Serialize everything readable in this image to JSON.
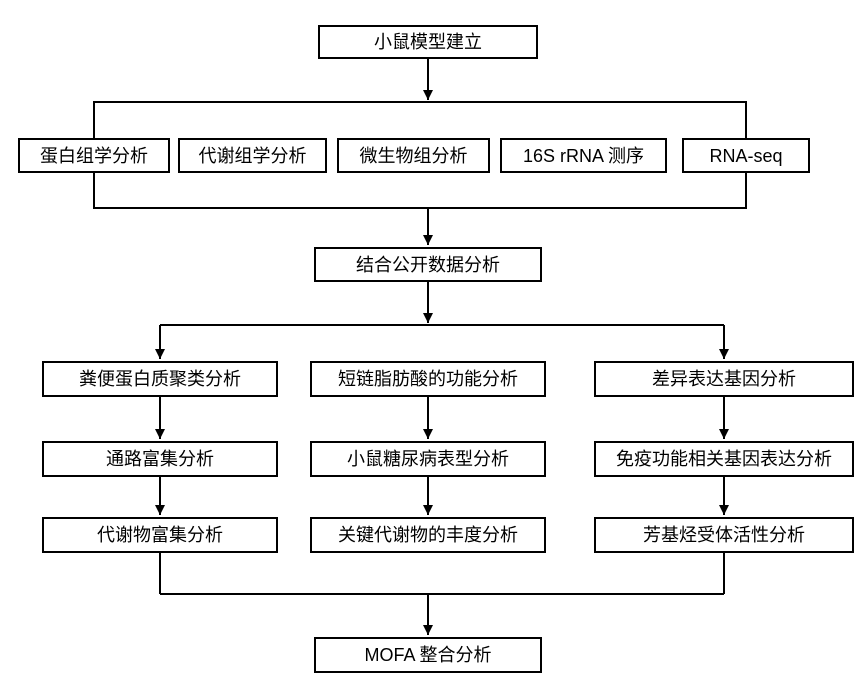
{
  "flowchart": {
    "top": {
      "label": "小鼠模型建立"
    },
    "omics_row": [
      {
        "label": "蛋白组学分析"
      },
      {
        "label": "代谢组学分析"
      },
      {
        "label": "微生物组分析"
      },
      {
        "label": "16S rRNA 测序"
      },
      {
        "label": "RNA-seq"
      }
    ],
    "merge": {
      "label": "结合公开数据分析"
    },
    "columns": [
      {
        "steps": [
          "粪便蛋白质聚类分析",
          "通路富集分析",
          "代谢物富集分析"
        ]
      },
      {
        "steps": [
          "短链脂肪酸的功能分析",
          "小鼠糖尿病表型分析",
          "关键代谢物的丰度分析"
        ]
      },
      {
        "steps": [
          "差异表达基因分析",
          "免疫功能相关基因表达分析",
          "芳基烃受体活性分析"
        ]
      }
    ],
    "final": {
      "label": "MOFA 整合分析"
    },
    "colors": {
      "line": "#000000",
      "border": "#000000",
      "box_background": "#ffffff",
      "text": "#000000",
      "page_background": "#ffffff"
    }
  }
}
